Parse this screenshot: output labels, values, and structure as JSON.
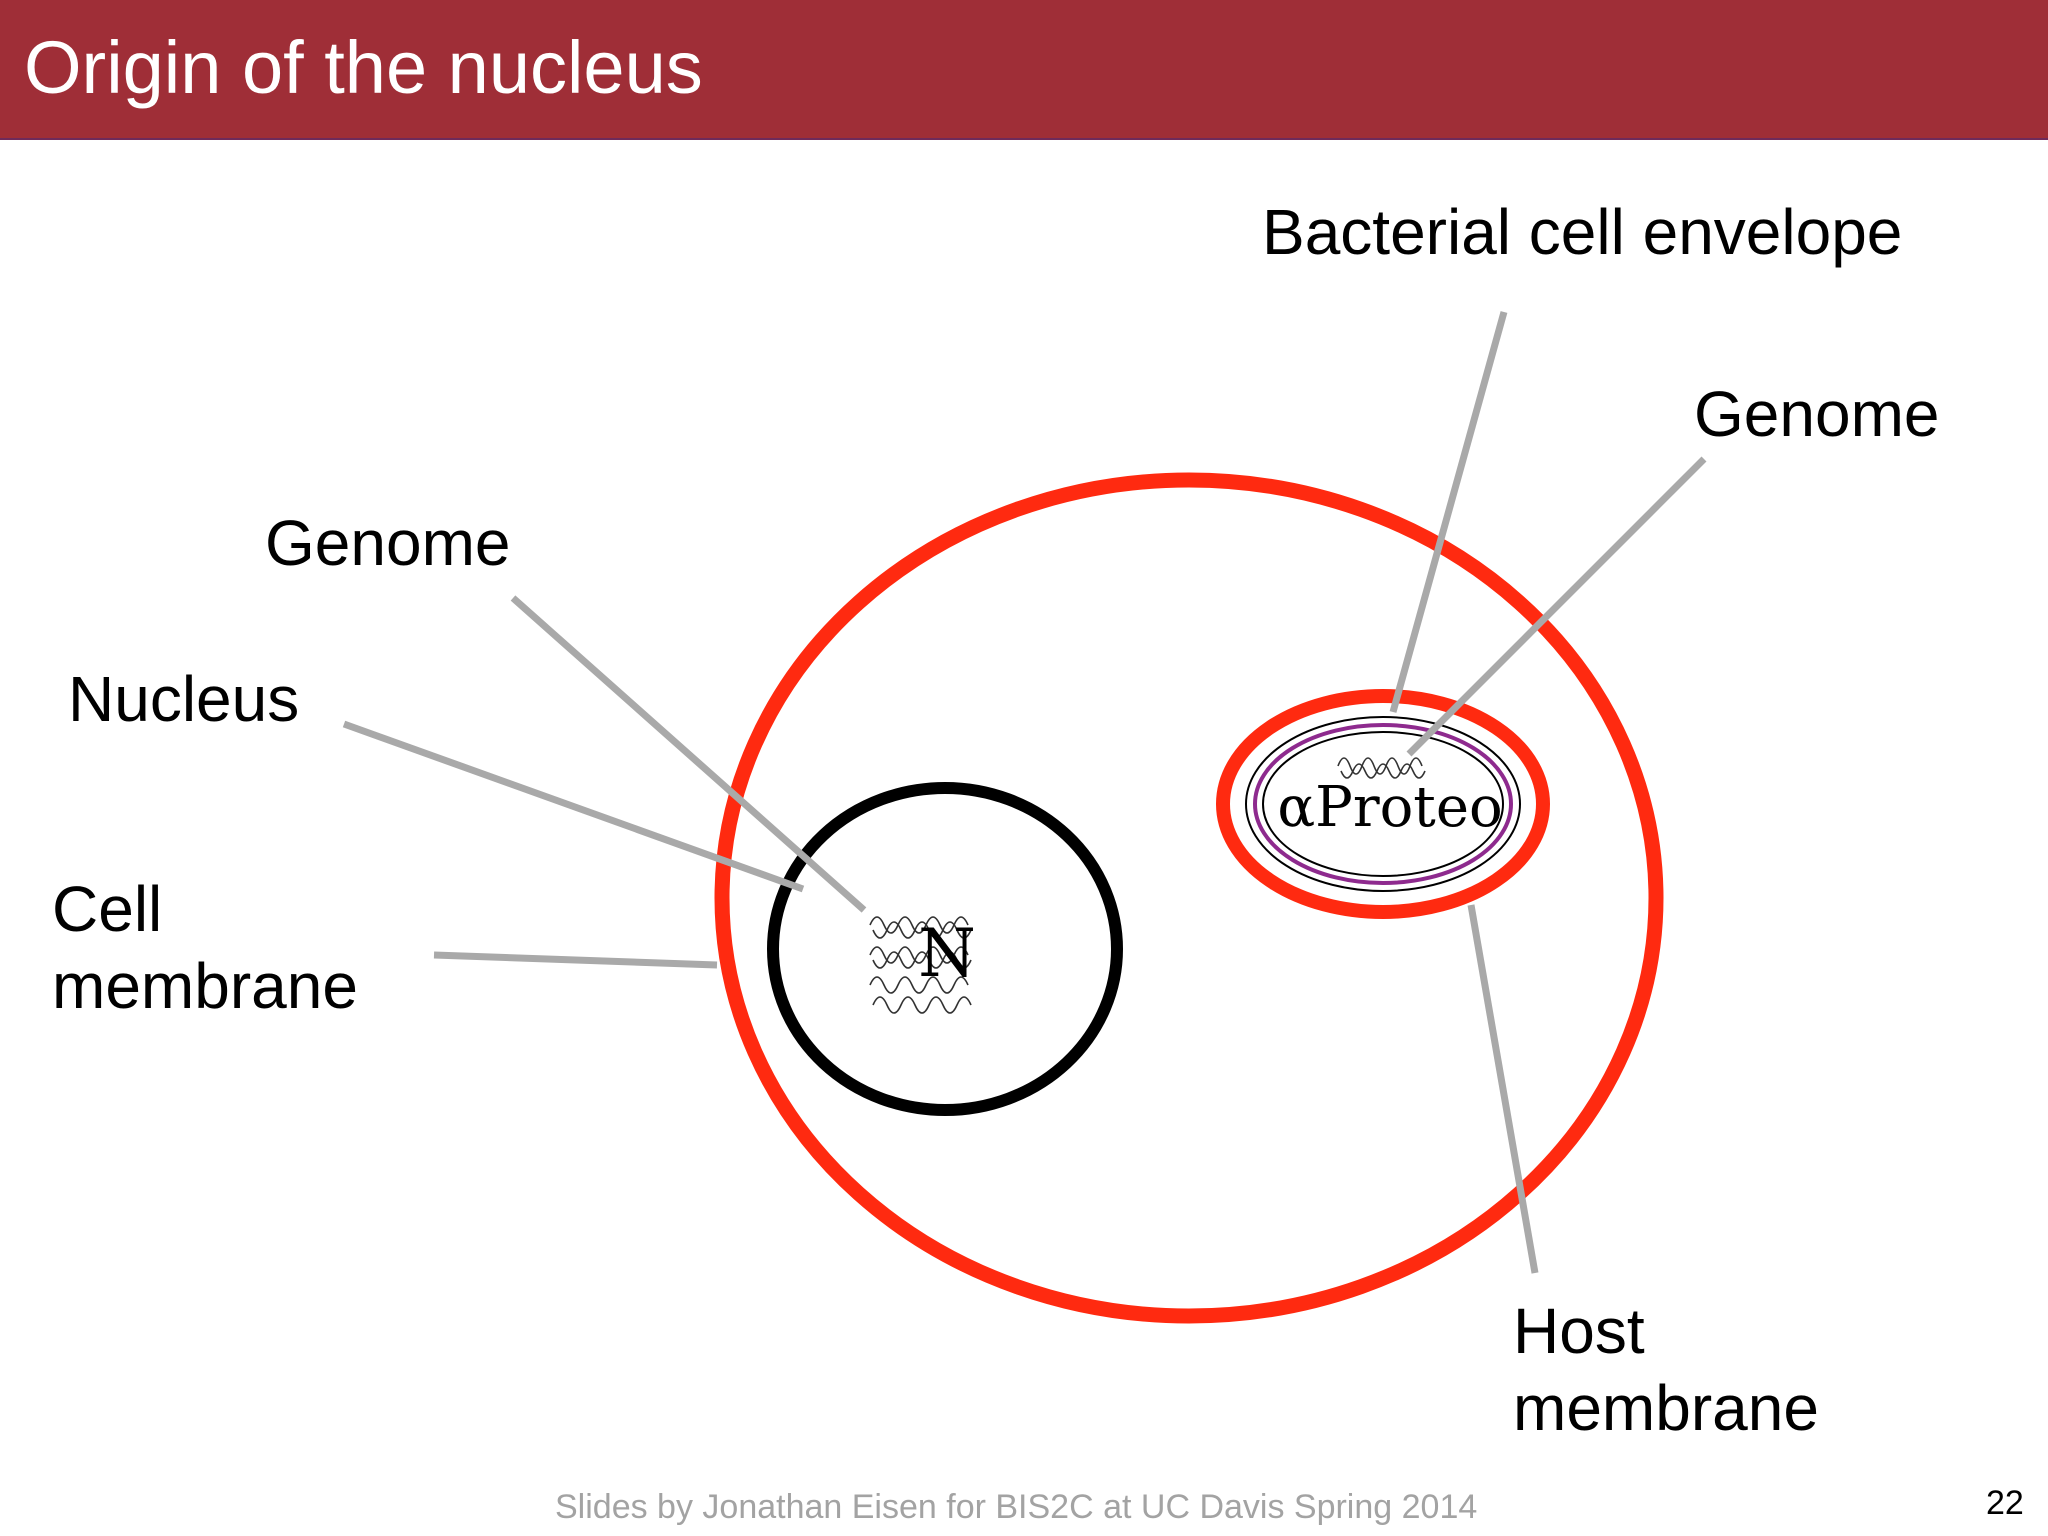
{
  "slide": {
    "title": "Origin of the nucleus",
    "footer": "Slides by Jonathan Eisen for BIS2C at UC Davis Spring 2014",
    "page_number": "22"
  },
  "labels": {
    "bacterial_envelope": "Bacterial cell envelope",
    "genome_right": "Genome",
    "genome_left": "Genome",
    "nucleus": "Nucleus",
    "cell_membrane_line1": "Cell",
    "cell_membrane_line2": "membrane",
    "host_membrane_line1": "Host",
    "host_membrane_line2": "membrane"
  },
  "diagram": {
    "nucleus_letter": "N",
    "bacterium_label": "αProteo"
  },
  "colors": {
    "title_bar": "#9f2e37",
    "cell_membrane": "#ff2a10",
    "nucleus": "#000000",
    "bacterial_envelope": "#8e2a8e",
    "leader_lines": "#a9a9a9",
    "footer_text": "#a3a3a3"
  }
}
